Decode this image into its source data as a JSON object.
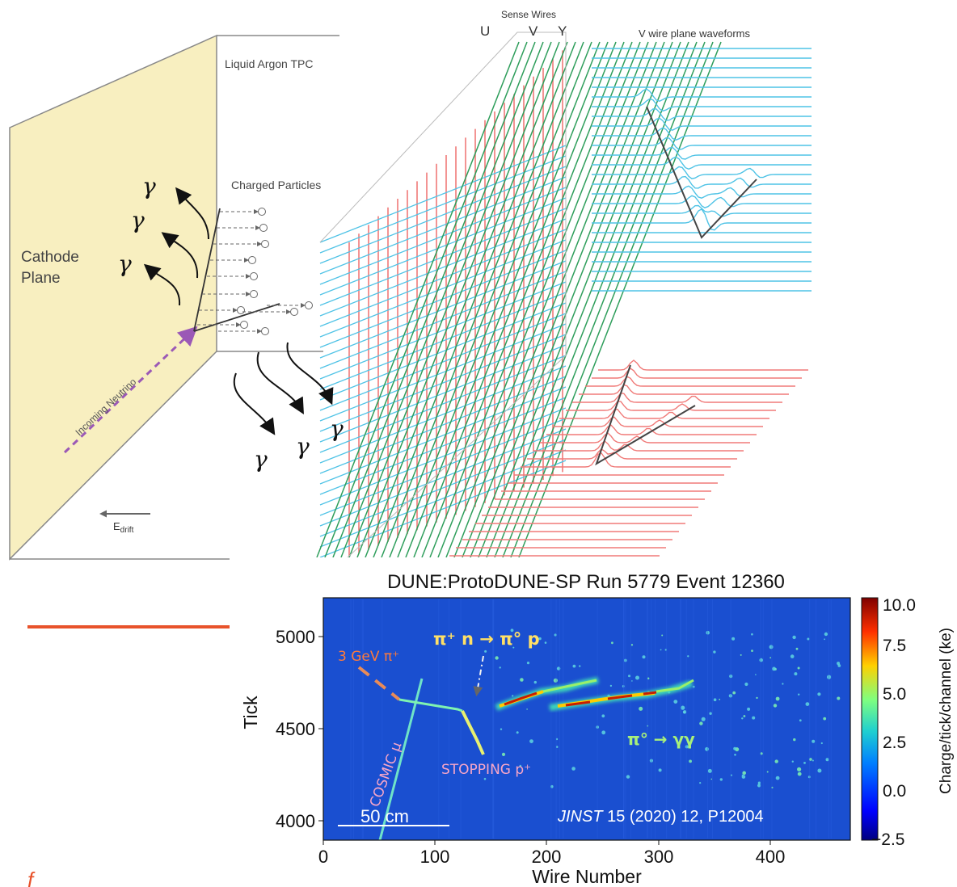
{
  "detector": {
    "cathode_label_line1": "Cathode",
    "cathode_label_line2": "Plane",
    "tpc_label": "Liquid Argon TPC",
    "charged_particles_label": "Charged Particles",
    "neutrino_label": "Incoming Neutrino",
    "edrift_label": "E",
    "edrift_sub": "drift",
    "sense_wires_title": "Sense Wires",
    "wire_planes": [
      "U",
      "V",
      "Y"
    ],
    "waveforms_title": "V wire plane waveforms",
    "gamma_symbol": "γ",
    "colors": {
      "cathode": "#f8efc0",
      "u_wires": "#2e9e5b",
      "v_wires": "#4fc3e6",
      "y_wires": "#f07a78",
      "photon": "#111111",
      "neutrino": "#9b59b6"
    }
  },
  "event_display": {
    "title": "DUNE:ProtoDUNE-SP Run 5779 Event 12360",
    "x_label": "Wire Number",
    "y_label": "Tick",
    "x_ticks": [
      "0",
      "100",
      "200",
      "300",
      "400"
    ],
    "y_ticks": [
      "4000",
      "4500",
      "5000"
    ],
    "colorbar_label": "Charge/tick/channel (ke)",
    "colorbar_ticks": [
      "10.0",
      "7.5",
      "5.0",
      "2.5",
      "0.0",
      "−2.5"
    ],
    "scale_bar": "50 cm",
    "citation_italic": "JINST",
    "citation_rest": " 15 (2020) 12, P12004",
    "annotations": {
      "beam": "3 GeV π⁺",
      "reaction": "π⁺ n → π° p",
      "cosmic": "COSMIC μ",
      "stopping": "STOPPING p⁺",
      "pi0_decay": "π° → γγ"
    },
    "chart_data": {
      "type": "heatmap",
      "title": "DUNE:ProtoDUNE-SP Run 5779 Event 12360",
      "xlabel": "Wire Number",
      "ylabel": "Tick",
      "xlim": [
        0,
        470
      ],
      "ylim": [
        3930,
        5260
      ],
      "colorbar": {
        "label": "Charge/tick/channel (ke)",
        "range": [
          -2.5,
          10.0
        ]
      }
    }
  },
  "accent": {
    "color": "#e8532b",
    "letter": "f"
  }
}
